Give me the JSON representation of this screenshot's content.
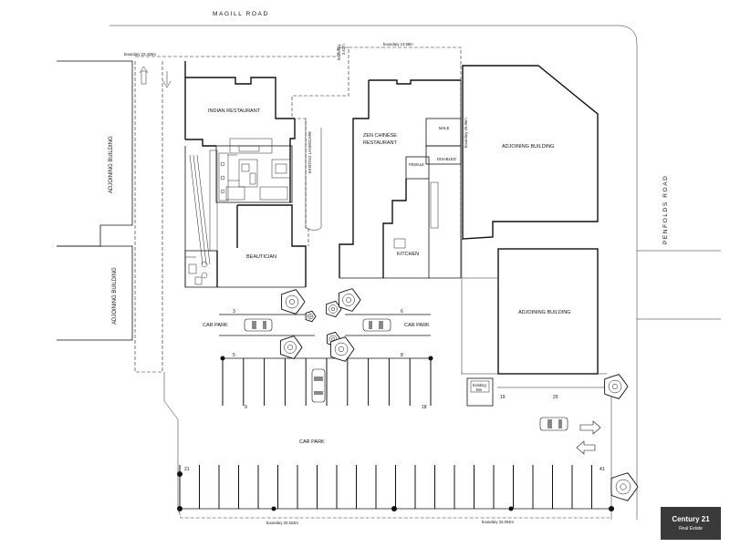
{
  "roads": {
    "top": "MAGILL ROAD",
    "right": "PENFOLDS ROAD"
  },
  "buildings": {
    "adjoining_left_top": "ADJOINING BUILDING",
    "adjoining_left_bottom": "ADJOINING BUILDING",
    "adjoining_right_top": "ADJOINING BUILDING",
    "adjoining_right_mid": "ADJOINING BUILDING"
  },
  "rooms": {
    "indian": "INDIAN RESTAURANT",
    "beautician": "BEAUTICIAN",
    "zen_line1": "ZEN CHINESE",
    "zen_line2": "RESTAURANT",
    "kitchen": "KITCHEN",
    "male": "MALE",
    "female": "FEMALE",
    "disabled": "DISABLED",
    "existing_landscape": "EXISTING LANDSCAPE",
    "existing_bin_line1": "Existing",
    "existing_bin_line2": "Bin"
  },
  "car_parks": {
    "left": "CAR PARK",
    "right": "CAR PARK",
    "main": "CAR PARK"
  },
  "boundaries": {
    "top_left": "boundary 22.428m",
    "top_right": "boundary 13.58m",
    "notch_line1": "boundary",
    "notch_line2": "3.62m",
    "right_vertical": "boundary 26.86m",
    "bottom_left": "boundary 20.523m",
    "bottom_right": "boundary 32.004m"
  },
  "space_numbers": {
    "n3": "3",
    "n5": "5",
    "n6": "6",
    "n8": "8",
    "n9": "9",
    "n18": "18",
    "n19": "19",
    "n20": "20",
    "n21": "21",
    "n41": "41"
  },
  "icons": [
    "tree-icon",
    "car-icon",
    "direction-arrow-icon",
    "bollard-post-icon"
  ],
  "logo": {
    "brand": "Century 21",
    "tagline": "Real Estate"
  }
}
